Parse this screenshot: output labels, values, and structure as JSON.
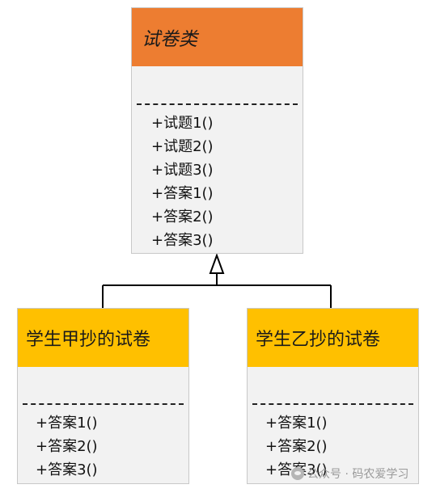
{
  "base_class": {
    "name": "试卷类",
    "methods": [
      "+试题1()",
      "+试题2()",
      "+试题3()",
      "+答案1()",
      "+答案2()",
      "+答案3()"
    ]
  },
  "subclasses": [
    {
      "name": "学生甲抄的试卷",
      "methods": [
        "+答案1()",
        "+答案2()",
        "+答案3()"
      ]
    },
    {
      "name": "学生乙抄的试卷",
      "methods": [
        "+答案1()",
        "+答案2()",
        "+答案3()"
      ]
    }
  ],
  "watermark": {
    "text": "公众号 · 码农爱学习"
  },
  "colors": {
    "base_header": "#ed7d31",
    "subclass_header": "#ffc000",
    "box_body": "#f2f2f2"
  }
}
